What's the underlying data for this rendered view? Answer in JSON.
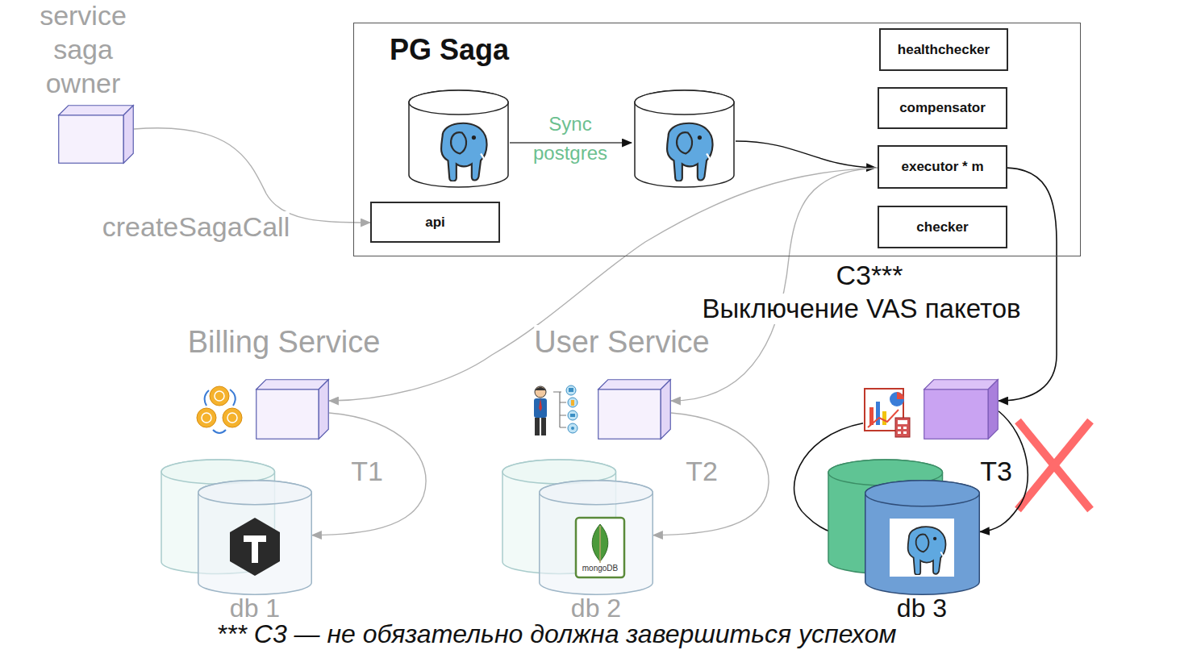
{
  "diagram": {
    "nodes": [
      {
        "text": [
          "service saga owner"
        ]
      },
      {
        "text": [
          "PG Saga"
        ]
      },
      {
        "text": [
          "healthchecker"
        ],
        "in": 1
      },
      {
        "text": [
          "compensator"
        ],
        "in": 1
      },
      {
        "text": [
          "executor * m"
        ],
        "in": 1
      },
      {
        "text": [
          "api"
        ],
        "in": 1
      },
      {
        "text": [
          "checker"
        ],
        "in": 1
      },
      {
        "text": [
          "C3***",
          "Выключение VAS пакетов"
        ]
      },
      {
        "text": [
          "Billing Service"
        ]
      },
      {
        "text": [
          "User Service"
        ]
      },
      {
        "text": [
          "db 1"
        ]
      },
      {
        "text": [
          "db 2"
        ]
      },
      {
        "text": [
          "db 3"
        ]
      }
    ],
    "edges": [
      {
        "from": 0,
        "to": 5,
        "label": "createSagaCall",
        "arrow": "to"
      },
      {
        "from": 4,
        "to": 8,
        "arrow": "to"
      },
      {
        "from": 4,
        "to": 9,
        "arrow": "to"
      },
      {
        "from": 4,
        "to": 7,
        "arrow": "to"
      },
      {
        "from": 8,
        "to": 10,
        "label": "T1",
        "arrow": "to"
      },
      {
        "from": 9,
        "to": 11,
        "label": "T2",
        "arrow": "to"
      },
      {
        "from": 7,
        "to": 12,
        "label": "T3",
        "arrow": "to"
      },
      {
        "from": 7,
        "to": 12,
        "arrow": "to"
      }
    ],
    "labels": [
      "Sync postgres",
      "mongoDB"
    ],
    "caption": "*** C3 — не обязательно должна завершиться успехом"
  }
}
